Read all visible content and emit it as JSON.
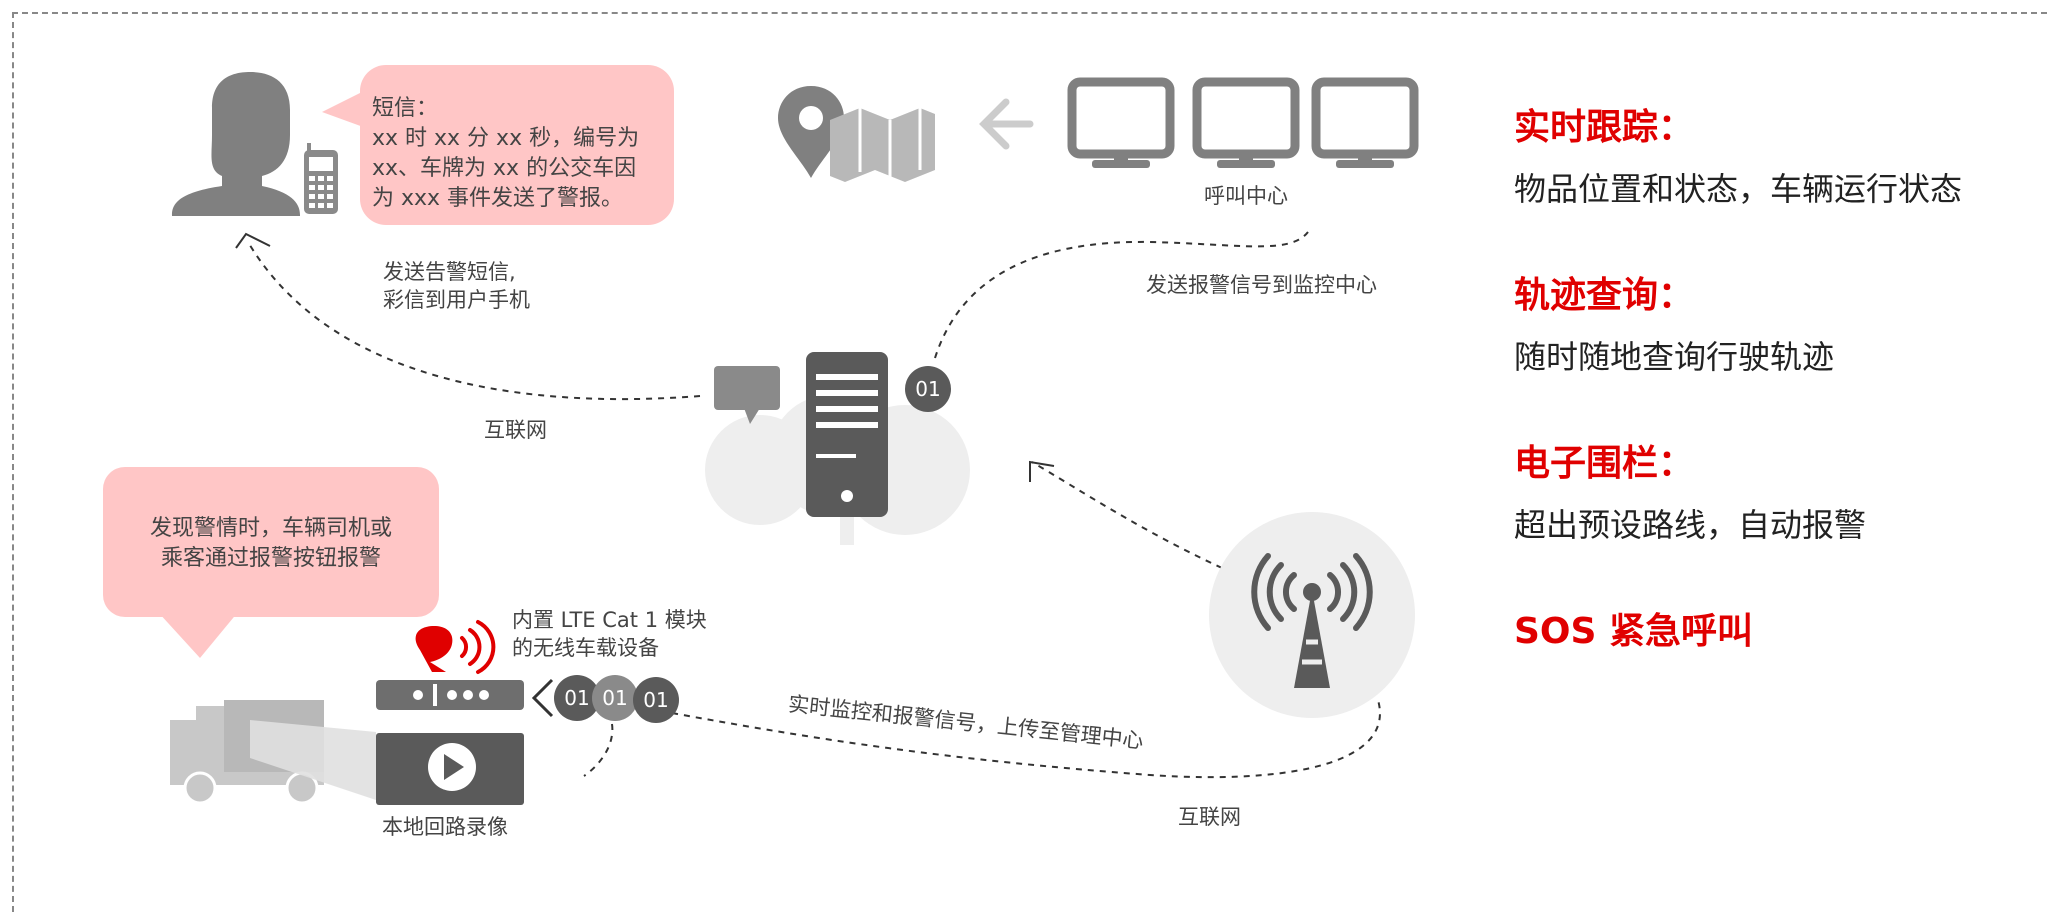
{
  "sms_bubble": {
    "title": "短信：",
    "line1": "xx 时 xx 分 xx 秒，编号为",
    "line2": "xx、车牌为  xx 的公交车因",
    "line3": "为 xxx 事件发送了警报。"
  },
  "labels": {
    "call_center": "呼叫中心",
    "send_sms_1": "发送告警短信,",
    "send_sms_2": "彩信到用户手机",
    "send_alarm_to_center": "发送报警信号到监控中心",
    "internet_left": "互联网",
    "internet_bottom": "互联网",
    "module_1": "内置 LTE Cat 1 模块",
    "module_2": "的无线车载设备",
    "local_recording": "本地回路录像",
    "realtime_upload": "实时监控和报警信号，上传至管理中心",
    "badge_server": "01",
    "badge_a": "01",
    "badge_b": "01",
    "badge_c": "01"
  },
  "alarm_bubble": {
    "line1": "发现警情时，车辆司机或",
    "line2": "乘客通过报警按钮报警"
  },
  "features": [
    {
      "title": "实时跟踪：",
      "desc": "物品位置和状态，车辆运行状态"
    },
    {
      "title": "轨迹查询：",
      "desc": "随时随地查询行驶轨迹"
    },
    {
      "title": "电子围栏：",
      "desc": "超出预设路线，自动报警"
    },
    {
      "title": "SOS 紧急呼叫",
      "desc": ""
    }
  ],
  "colors": {
    "accent_red": "#e00000",
    "bubble_pink": "#ffc6c6",
    "icon_gray": "#808080",
    "dark_gray": "#5a5a5a"
  }
}
